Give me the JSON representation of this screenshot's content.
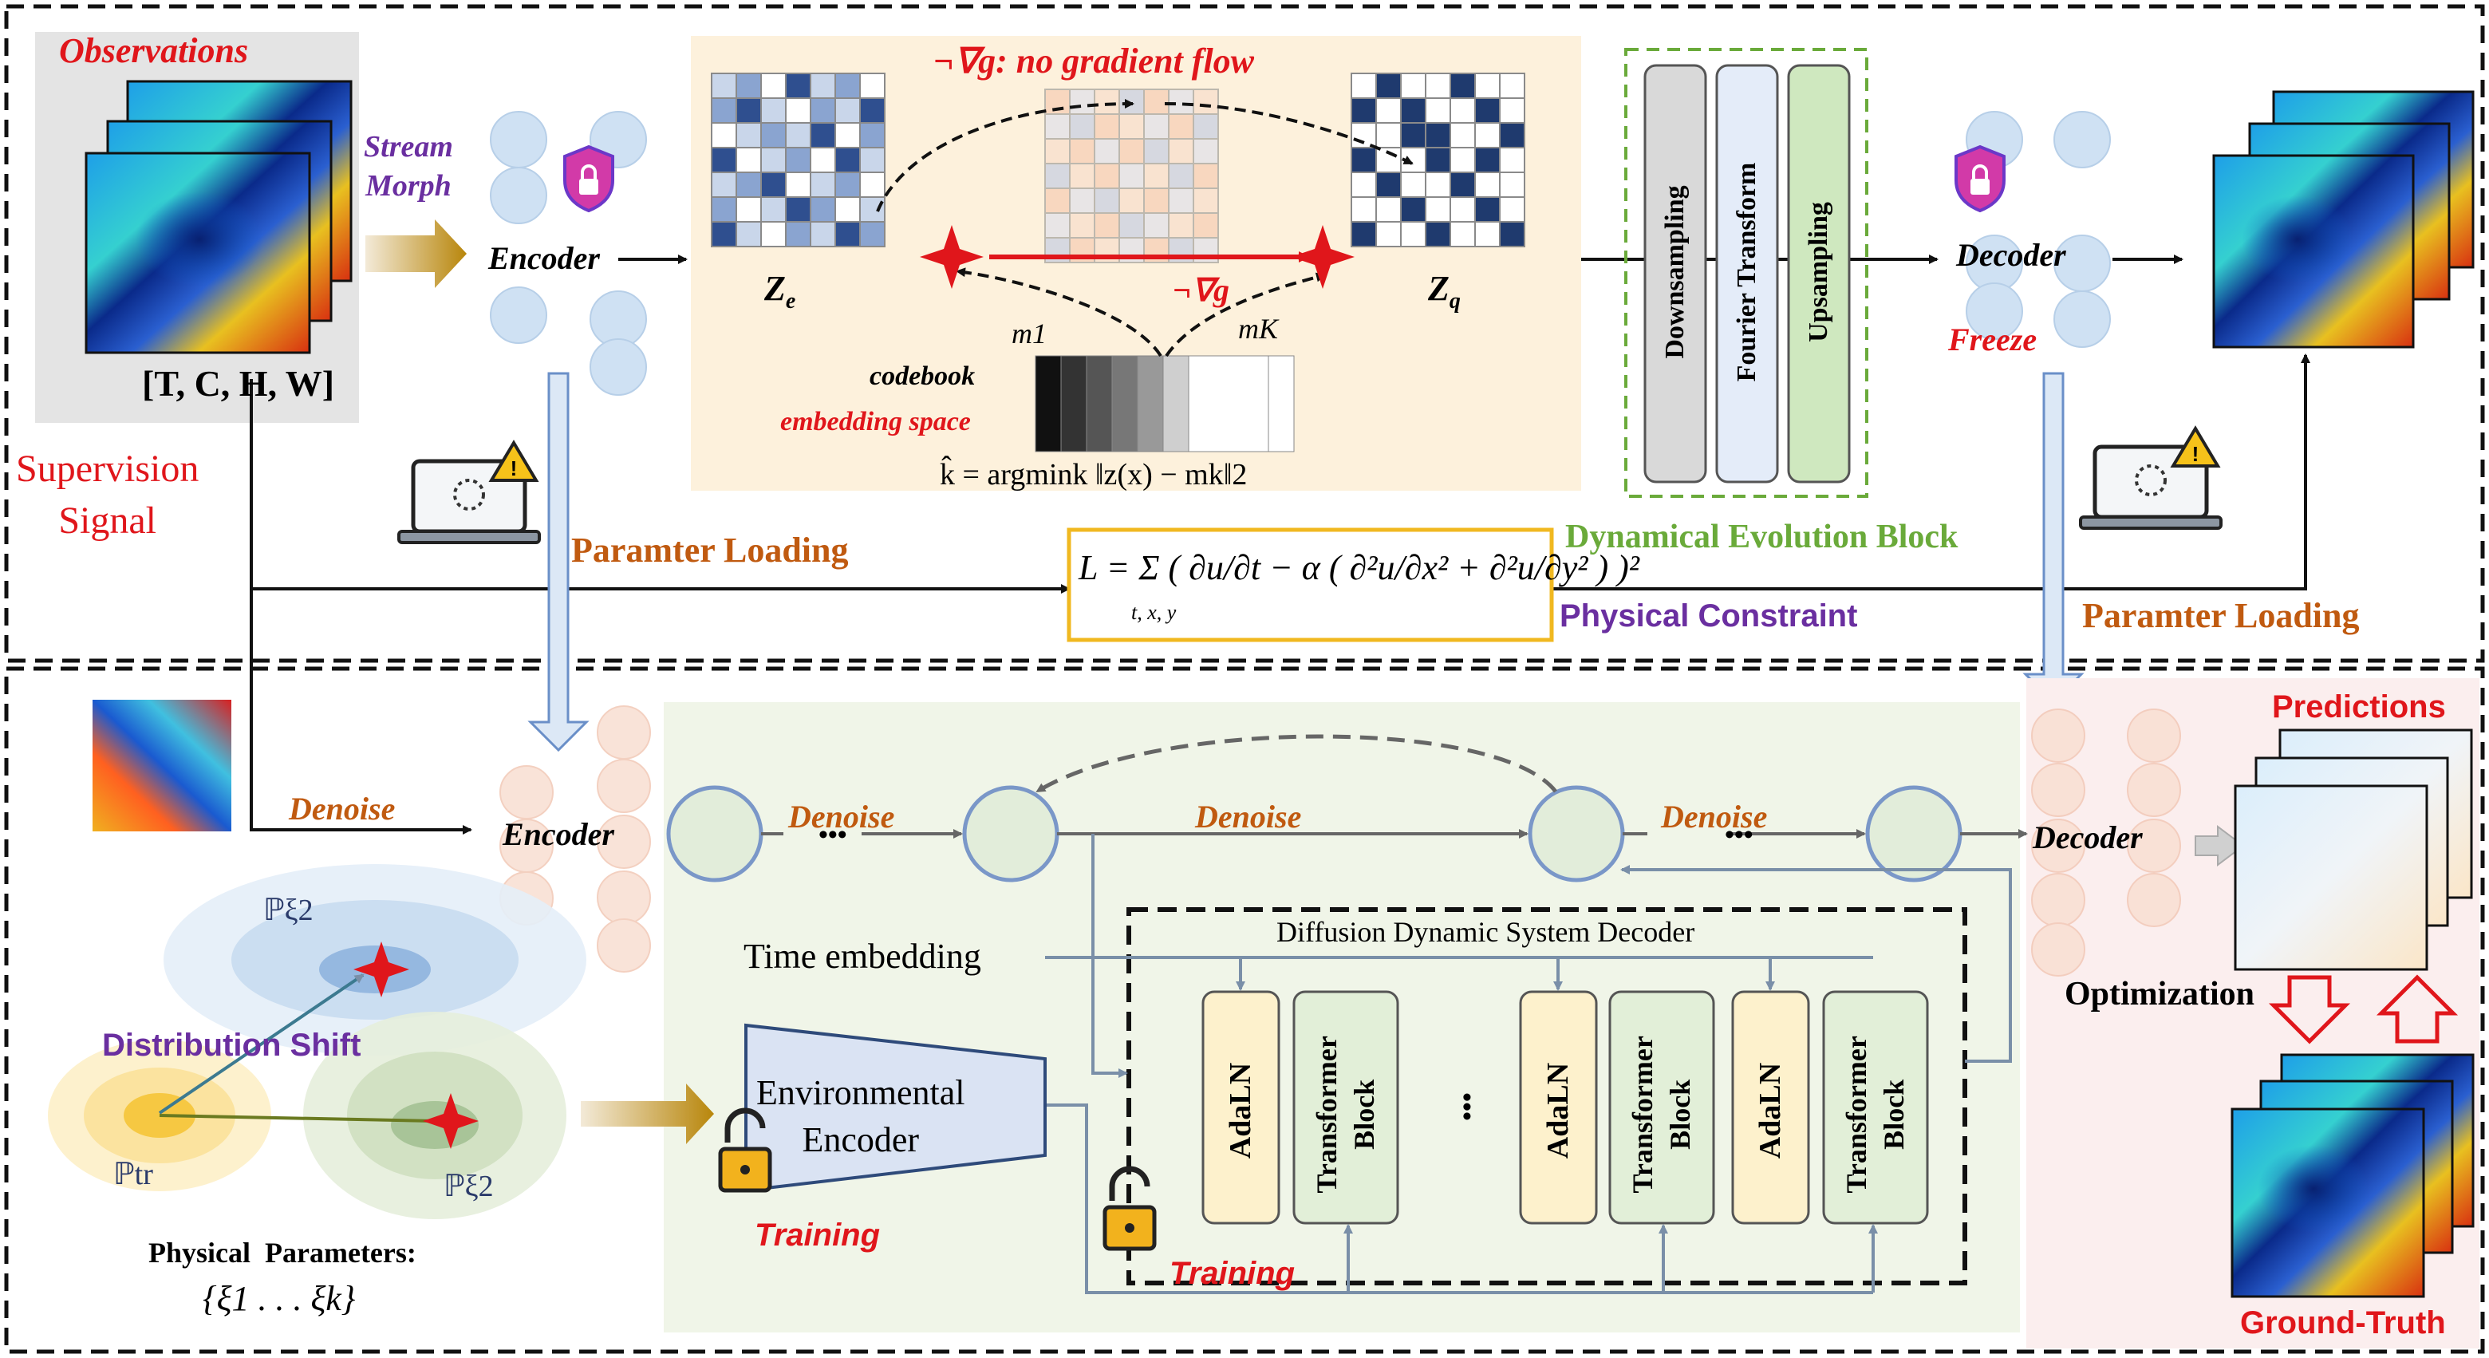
{
  "top": {
    "observations_label": "Observations",
    "dims_label": "[T, C, H, W]",
    "stream_morph_label": "Stream\nMorph",
    "encoder_label": "Encoder",
    "ze_label": "Z",
    "ze_sub": "e",
    "zq_label": "Z",
    "zq_sub": "q",
    "no_grad_label": "¬∇g: no gradient flow",
    "neg_grad_label": "¬∇g",
    "m1_label": "m1",
    "mk_label": "mK",
    "codebook_label": "codebook",
    "embedding_space_label": "embedding space",
    "argmin_label": "k̂ = argmink ‖z(x) − mk‖2",
    "downsampling_label": "Downsampling",
    "fourier_label": "Fourier Transform",
    "upsampling_label": "Upsampling",
    "dynamical_block_label": "Dynamical Evolution Block",
    "decoder_label": "Decoder",
    "freeze_label": "Freeze",
    "supervision_label": "Supervision\nSignal",
    "param_loading_left": "Paramter Loading",
    "param_loading_right": "Paramter Loading",
    "loss_formula": "L = Σ ( ∂u/∂t − α ( ∂²u/∂x² + ∂²u/∂y² ) )²",
    "loss_sub": "t, x, y",
    "physical_constraint_label": "Physical Constraint"
  },
  "bottom": {
    "denoise_left": "Denoise",
    "encoder_label": "Encoder",
    "denoise_1": "Denoise",
    "denoise_2": "Denoise",
    "denoise_3": "Denoise",
    "dots": "•••",
    "decoder_label": "Decoder",
    "predictions_label": "Predictions",
    "optimization_label": "Optimization",
    "ground_truth_label": "Ground-Truth",
    "time_embedding_label": "Time embedding",
    "ddsd_label": "Diffusion Dynamic System Decoder",
    "adaln_label": "AdaLN",
    "transformer_label": "Transformer\nBlock",
    "mid_dots": "•••",
    "env_encoder_label": "Environmental\nEncoder",
    "training_label_1": "Training",
    "training_label_2": "Training",
    "distribution_shift_label": "Distribution Shift",
    "p_xi2_top": "ℙξ2",
    "p_tr": "ℙtr",
    "p_xi2_bottom": "ℙξ2",
    "physical_params_label": "Physical  Parameters:",
    "xi_set_label": "{ξ1 . . . ξk}"
  },
  "colors": {
    "red": "#e0161b",
    "orange": "#c05a10",
    "purple": "#6a2fa0",
    "green_text": "#6aaa3a",
    "codebook_bg": "#fdf1dc",
    "bottom_bg": "#f0f5e8",
    "right_bg": "#fbeeee"
  },
  "icons": [
    "lock-shield-icon",
    "laptop-warning-icon",
    "padlock-open-icon",
    "gradient-arrow-icon",
    "star-icon"
  ]
}
